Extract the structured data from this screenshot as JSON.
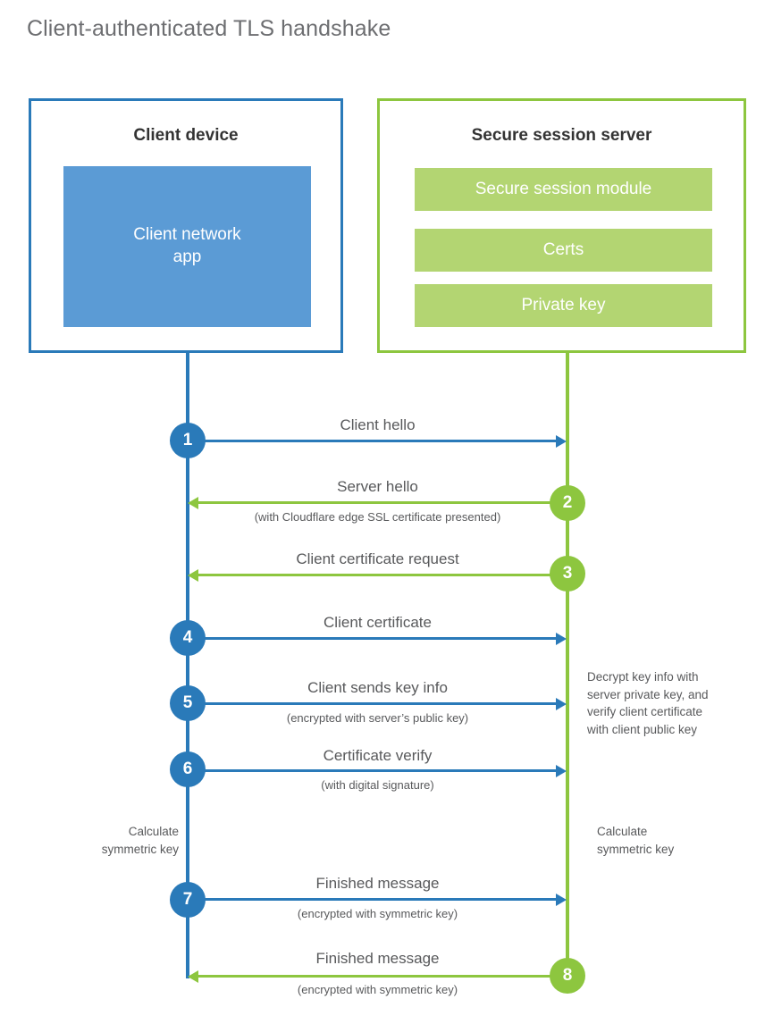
{
  "title": "Client-authenticated TLS handshake",
  "colors": {
    "client_blue": "#2a7ab9",
    "client_app_blue": "#5b9bd5",
    "server_green": "#8dc63f",
    "server_block_green": "#b3d572",
    "text_gray": "#58595b",
    "title_gray": "#6d6e71"
  },
  "client": {
    "title": "Client device",
    "app_label": "Client network\napp",
    "app_label_line1": "Client network",
    "app_label_line2": "app",
    "calculate_note_line1": "Calculate",
    "calculate_note_line2": "symmetric key"
  },
  "server": {
    "title": "Secure session server",
    "blocks": [
      {
        "label": "Secure session module"
      },
      {
        "label": "Certs"
      },
      {
        "label": "Private key"
      }
    ],
    "decrypt_note_line1": "Decrypt key info with",
    "decrypt_note_line2": "server private key, and",
    "decrypt_note_line3": "verify client certificate",
    "decrypt_note_line4": "with client public key",
    "calculate_note_line1": "Calculate",
    "calculate_note_line2": "symmetric key"
  },
  "steps": [
    {
      "number": "1",
      "label": "Client hello",
      "sub": "",
      "direction": "client-to-server",
      "color": "#2a7ab9"
    },
    {
      "number": "2",
      "label": "Server hello",
      "sub": "(with Cloudflare edge SSL certificate presented)",
      "direction": "server-to-client",
      "color": "#8dc63f"
    },
    {
      "number": "3",
      "label": "Client certificate request",
      "sub": "",
      "direction": "server-to-client",
      "color": "#8dc63f"
    },
    {
      "number": "4",
      "label": "Client certificate",
      "sub": "",
      "direction": "client-to-server",
      "color": "#2a7ab9"
    },
    {
      "number": "5",
      "label": "Client sends key info",
      "sub": "(encrypted with server’s public key)",
      "direction": "client-to-server",
      "color": "#2a7ab9"
    },
    {
      "number": "6",
      "label": "Certificate verify",
      "sub": "(with digital signature)",
      "direction": "client-to-server",
      "color": "#2a7ab9"
    },
    {
      "number": "7",
      "label": "Finished message",
      "sub": "(encrypted with symmetric key)",
      "direction": "client-to-server",
      "color": "#2a7ab9"
    },
    {
      "number": "8",
      "label": "Finished message",
      "sub": "(encrypted with symmetric key)",
      "direction": "server-to-client",
      "color": "#8dc63f"
    }
  ]
}
